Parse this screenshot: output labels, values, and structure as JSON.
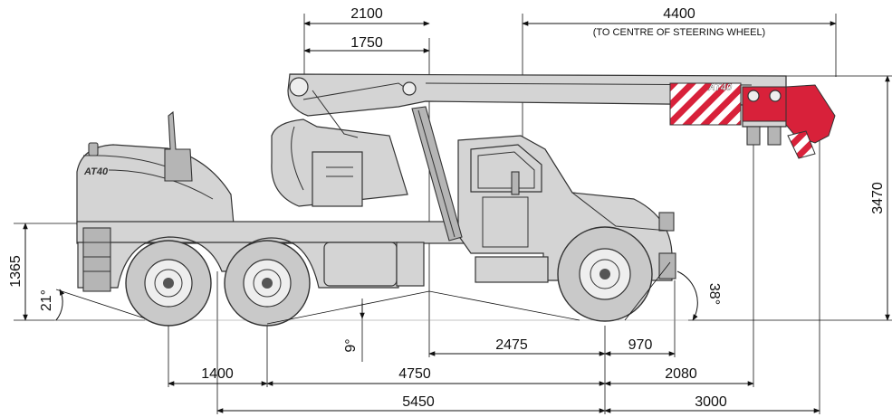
{
  "model_badge": "AT40",
  "dimensions": {
    "boom_front_overhang": "2100",
    "boom_nose_offset": "1750",
    "steering_wheel_to_end": "4400",
    "steering_wheel_note": "(TO CENTRE OF STEERING WHEEL)",
    "overall_height": "3470",
    "rear_height": "1365",
    "departure_angle": "21°",
    "approach_angle": "38°",
    "ramp_angle": "9°",
    "center_to_front_axle": "2475",
    "front_overhang": "970",
    "tandem_spacing": "1400",
    "wheelbase": "4750",
    "front_axle_to_boom": "2080",
    "overall_rear_section": "5450",
    "front_section": "3000"
  }
}
